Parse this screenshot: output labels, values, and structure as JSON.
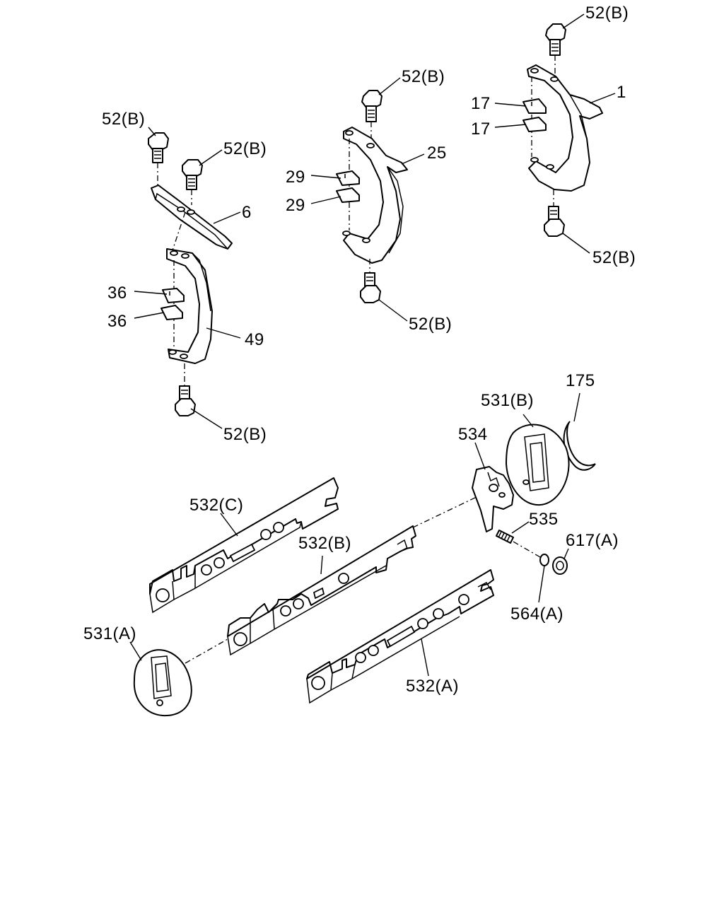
{
  "callouts": {
    "c1": "52(B)",
    "c2": "52(B)",
    "c3": "6",
    "c4": "36",
    "c5": "36",
    "c6": "49",
    "c7": "52(B)",
    "c8": "52(B)",
    "c9": "25",
    "c10": "29",
    "c11": "29",
    "c12": "52(B)",
    "c13": "52(B)",
    "c14": "1",
    "c15": "17",
    "c16": "17",
    "c17": "52(B)",
    "c18": "175",
    "c19": "531(B)",
    "c20": "534",
    "c21": "532(C)",
    "c22": "535",
    "c23": "617(A)",
    "c24": "532(B)",
    "c25": "564(A)",
    "c26": "531(A)",
    "c27": "532(A)"
  }
}
